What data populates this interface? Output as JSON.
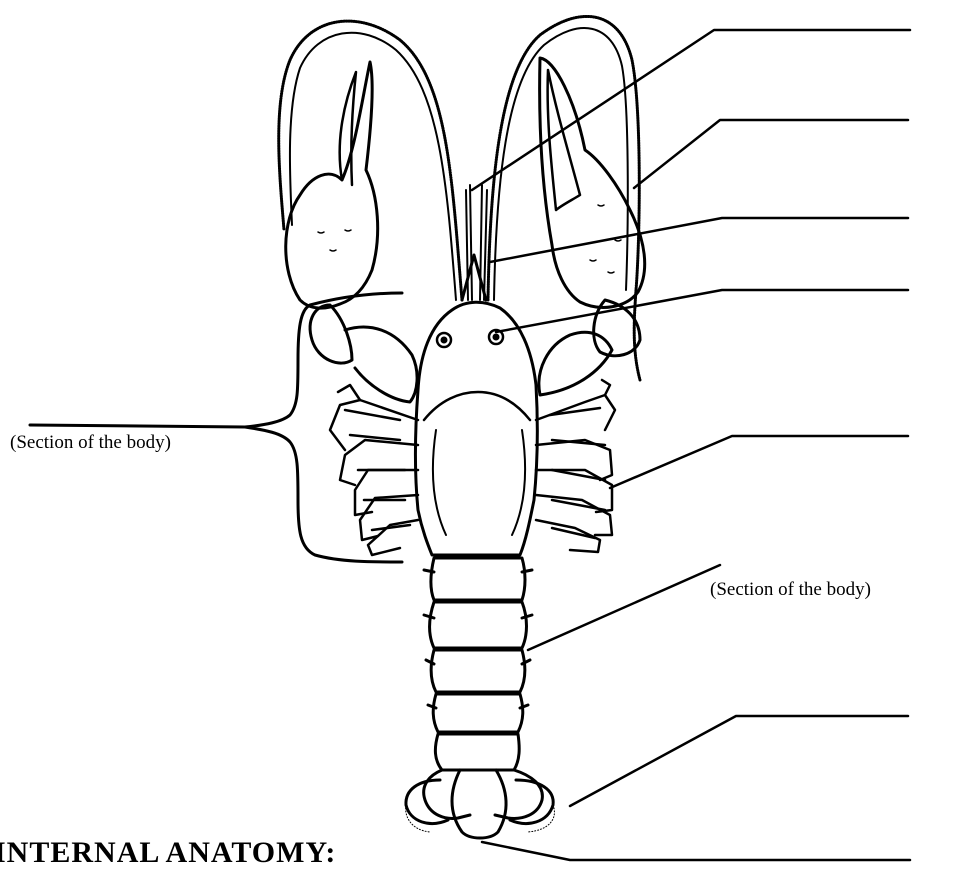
{
  "diagram": {
    "section_label_left": "(Section of the body)",
    "section_label_right": "(Section of the body)",
    "heading": "INTERNAL ANATOMY:"
  },
  "colors": {
    "ink": "#000000",
    "background": "#ffffff"
  }
}
